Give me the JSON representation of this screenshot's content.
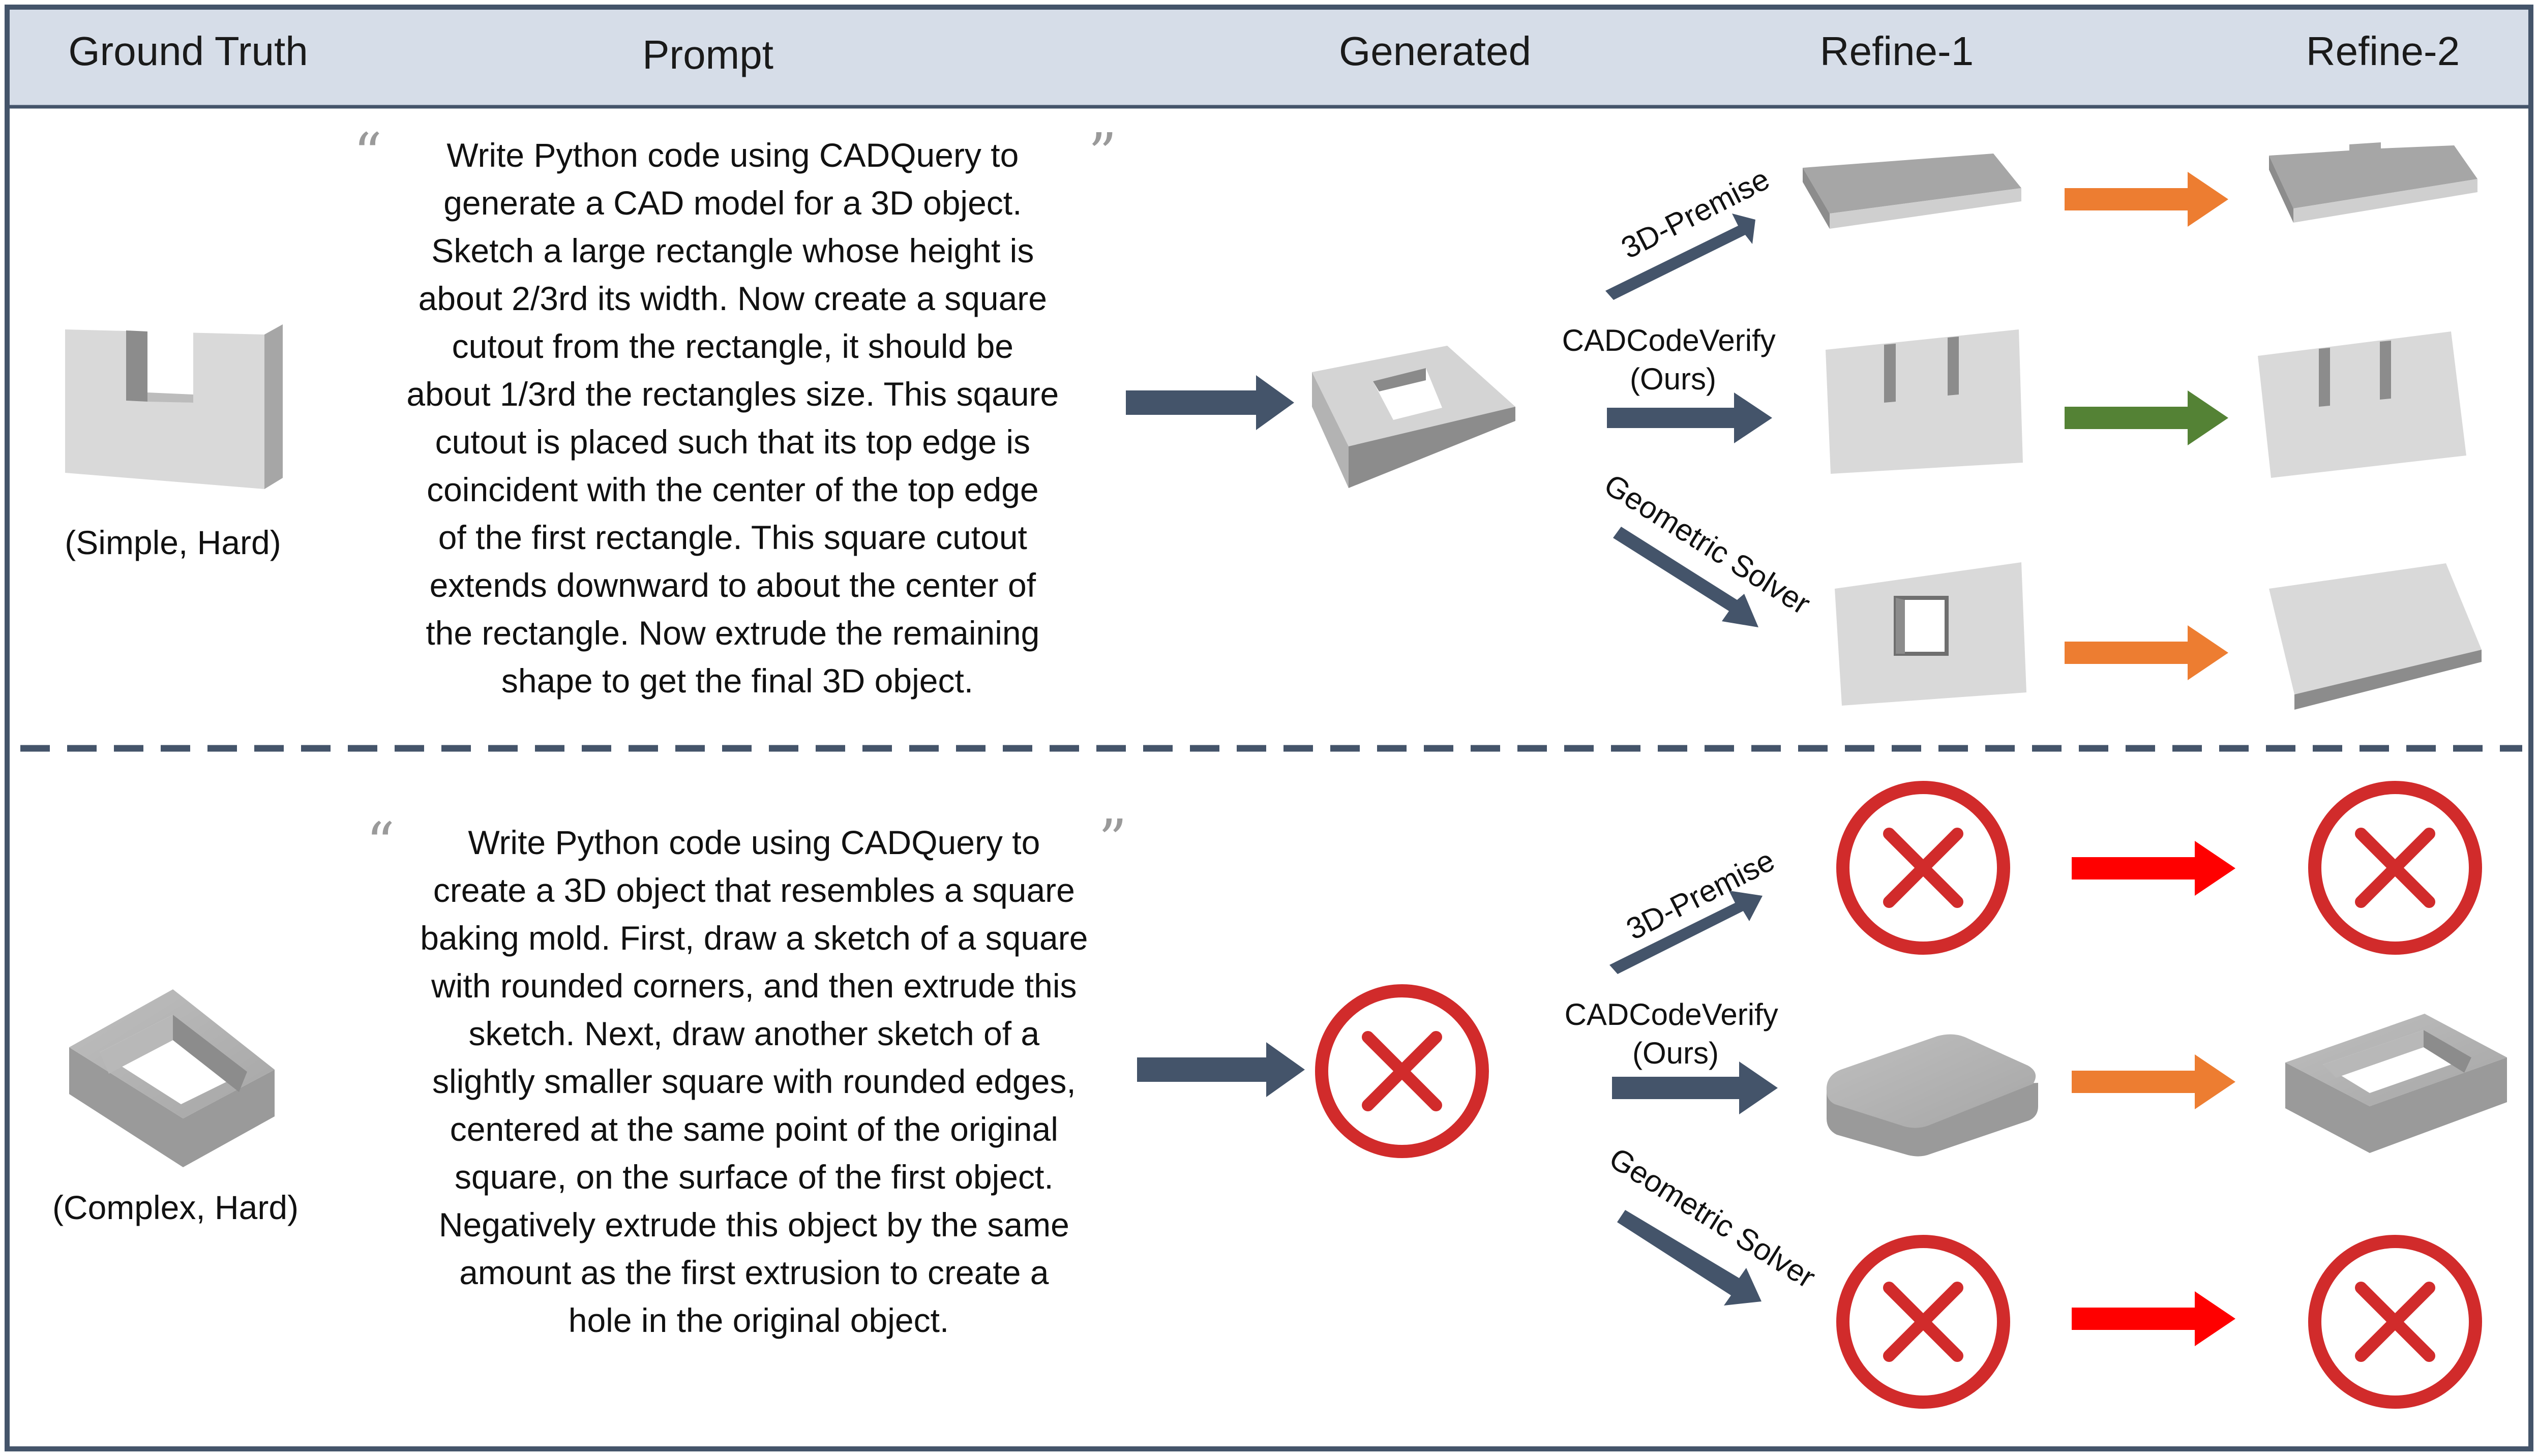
{
  "colors": {
    "header_bg": "#d6dde8",
    "border": "#44546a",
    "arrow_navy": "#44546a",
    "arrow_orange": "#ed7d31",
    "arrow_green": "#548235",
    "arrow_red": "#ff0000",
    "fail_red": "#d12b2b",
    "block_light": "#d6d6d6",
    "block_mid": "#a6a6a6",
    "block_dark": "#7f7f7f"
  },
  "header": {
    "ground_truth": "Ground Truth",
    "prompt": "Prompt",
    "generated": "Generated",
    "refine1": "Refine-1",
    "refine2": "Refine-2"
  },
  "rows": [
    {
      "label": "(Simple, Hard)",
      "prompt_lines": [
        "Write Python code using CADQuery to",
        "generate a CAD model for a 3D object.",
        "Sketch a large rectangle whose height is",
        "about 2/3rd its width. Now create a square",
        "cutout from the rectangle, it should be",
        "about 1/3rd the rectangles size. This sqaure",
        "cutout is placed such that its top edge is",
        "coincident with the center of the top edge",
        "of the first rectangle. This square cutout",
        "extends downward to about the center of",
        "the rectangle. Now extrude the remaining",
        "shape to get the final 3D object."
      ],
      "methods": [
        {
          "name": "3D-Premise",
          "refine_arrow": "orange",
          "refine1_icon": "thin-slab-notch-icon",
          "refine2_icon": "thin-slab-two-notch-icon"
        },
        {
          "name": "CADCodeVerify\n(Ours)",
          "refine_arrow": "green",
          "refine1_icon": "u-cutout-plate-icon",
          "refine2_icon": "u-cutout-plate-icon"
        },
        {
          "name": "Geometric Solver",
          "refine_arrow": "orange",
          "refine1_icon": "square-hole-plate-icon",
          "refine2_icon": "plain-slab-icon"
        }
      ],
      "generated_icon": "square-hole-block-icon",
      "ground_truth_icon": "u-cutout-block-icon"
    },
    {
      "label": "(Complex, Hard)",
      "prompt_lines": [
        "Write Python code using CADQuery to",
        "create a 3D object that resembles a square",
        "baking mold. First, draw a sketch of a square",
        "with rounded corners, and then extrude this",
        "sketch. Next, draw another sketch of a",
        "slightly smaller square with rounded edges,",
        "centered at the same point of the original",
        "square, on the surface of the first object.",
        "Negatively extrude this object by the same",
        "amount as the first extrusion to create a",
        "hole in the original object."
      ],
      "methods": [
        {
          "name": "3D-Premise",
          "refine_arrow": "red",
          "refine1_icon": "fail-icon",
          "refine2_icon": "fail-icon"
        },
        {
          "name": "CADCodeVerify\n(Ours)",
          "refine_arrow": "orange",
          "refine1_icon": "rounded-slab-icon",
          "refine2_icon": "baking-mold-icon"
        },
        {
          "name": "Geometric Solver",
          "refine_arrow": "red",
          "refine1_icon": "fail-icon",
          "refine2_icon": "fail-icon"
        }
      ],
      "generated_icon": "fail-icon",
      "ground_truth_icon": "baking-mold-icon"
    }
  ]
}
